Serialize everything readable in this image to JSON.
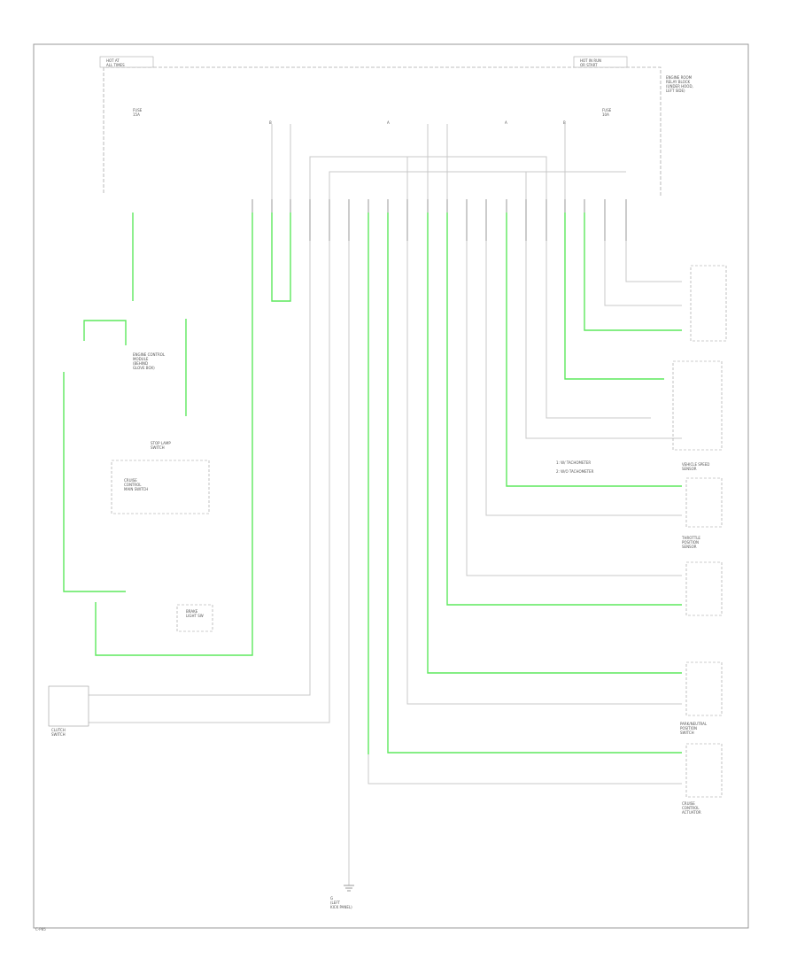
{
  "diagram": {
    "labels": {
      "top_left_box": "HOT AT\nALL TIMES",
      "top_right_box": "HOT IN RUN\nOR START",
      "fuse_left": "FUSE\n15A",
      "fuse_right": "FUSE\n10A",
      "fuse_box_note": "ENGINE ROOM\nRELAY BLOCK\n(UNDER HOOD,\nLEFT SIDE)",
      "pin_a": "B",
      "pin_b": "A",
      "pin_c": "A",
      "pin_d": "B",
      "ecm_note": "ENGINE CONTROL\nMODULE\n(BEHIND\nGLOVE BOX)",
      "stop_lamp_sw": "STOP LAMP\nSWITCH",
      "cruise_sw": "CRUISE\nCONTROL\nMAIN SWITCH",
      "brake_sw": "BRAKE\nLIGHT SW",
      "ground_note": "G\n(LEFT\nKICK PANEL)",
      "legend_1": "1: W/ TACHOMETER",
      "legend_2": "2: W/O TACHOMETER",
      "speed_sensor": "VEHICLE SPEED\nSENSOR",
      "throttle": "THROTTLE\nPOSITION\nSENSOR",
      "clutch": "CLUTCH\nSWITCH",
      "park_neutral": "PARK/NEUTRAL\nPOSITION\nSWITCH",
      "actuator": "CRUISE\nCONTROL\nACTUATOR",
      "foot": "C-P85"
    },
    "wire_colors": {
      "active": "#5de85d",
      "idle": "#c8c8c8",
      "frame": "#777777"
    }
  }
}
